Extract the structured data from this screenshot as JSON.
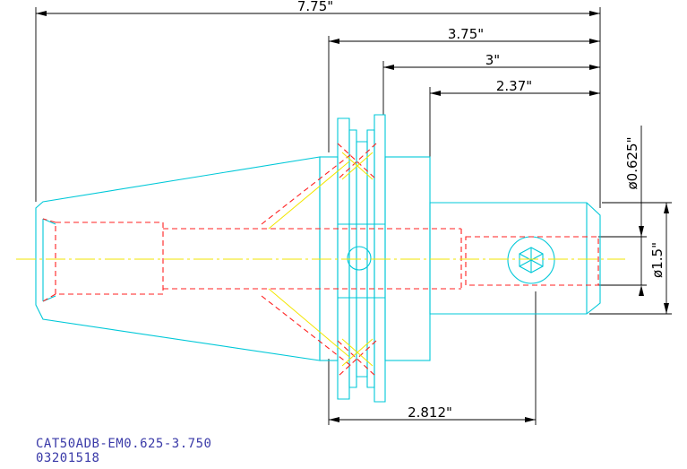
{
  "dimensions": {
    "overall_length": "7.75\"",
    "flange_length": "3.75\"",
    "body_length": "3\"",
    "shank_projection": "2.37\"",
    "bore_diameter": "ø0.625\"",
    "shank_diameter": "ø1.5\"",
    "screw_position": "2.812\""
  },
  "part": {
    "number": "CAT50ADB-EM0.625-3.750",
    "code": "03201518"
  },
  "colors": {
    "outline": "#00c8d8",
    "hidden": "#ff2020",
    "centerline": "#f2e600",
    "dimension": "#000000",
    "label": "#3a3aa8"
  }
}
